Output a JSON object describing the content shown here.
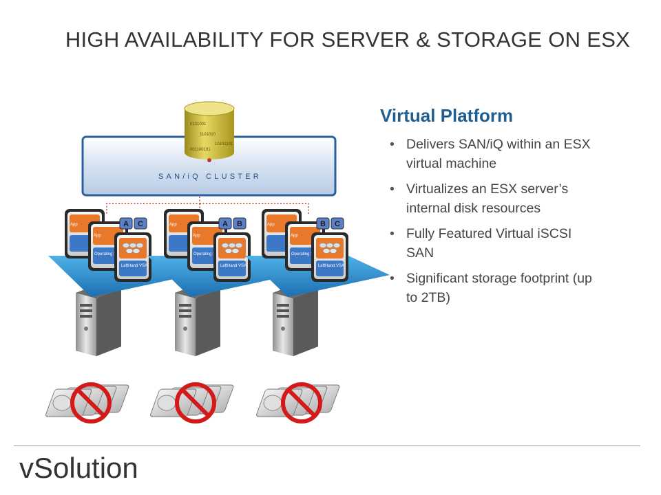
{
  "slide": {
    "title": "HIGH AVAILABILITY FOR SERVER & STORAGE ON ESX",
    "section_heading": "Virtual Platform",
    "bullets": [
      "Delivers SAN/iQ within an ESX virtual machine",
      "Virtualizes an ESX server’s internal disk resources",
      "Fully Featured Virtual iSCSI SAN",
      "Significant storage footprint (up to 2TB)"
    ],
    "bullet_marker": "•",
    "footer": "vSolution"
  },
  "diagram": {
    "cluster_label": "SAN/iQ CLUSTER",
    "db_bits": [
      "0101001",
      "1101010",
      "10101101",
      "001100101"
    ],
    "hosts": [
      {
        "tags": [
          "A",
          "C"
        ],
        "app_label": "App",
        "os_label": "Operating System",
        "vsa_label": "LeftHand VSA"
      },
      {
        "tags": [
          "A",
          "B"
        ],
        "app_label": "App",
        "os_label": "Operating System",
        "vsa_label": "LeftHand VSA"
      },
      {
        "tags": [
          "B",
          "C"
        ],
        "app_label": "App",
        "os_label": "Operating System",
        "vsa_label": "LeftHand VSA"
      }
    ],
    "colors": {
      "title": "#333333",
      "heading": "#1f5e8e",
      "cluster_border": "#2a5f9e",
      "dotted_link": "#c0392b",
      "no_symbol": "#d21a1a",
      "platform": "#2f8fd0",
      "tag_fill": "#5b7fc8",
      "vm_orange": "#e8792b"
    }
  }
}
